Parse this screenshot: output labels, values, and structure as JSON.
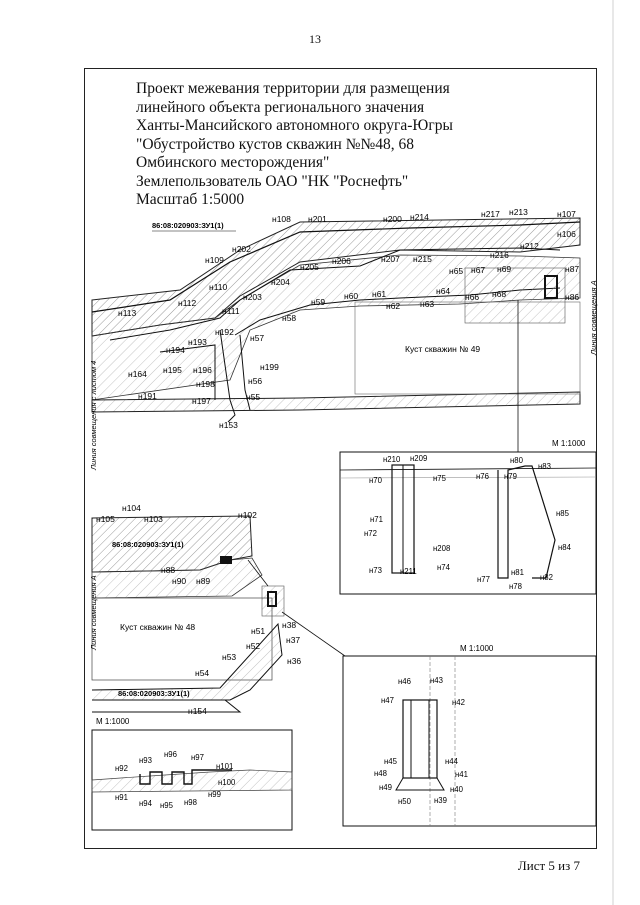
{
  "page_number": "13",
  "title_lines": [
    "Проект межевания территории для размещения",
    "линейного объекта регионального значения",
    "Ханты-Мансийского автономного округа-Югры",
    "\"Обустройство кустов скважин №№48, 68",
    "Омбинского месторождения\"",
    "Землепользователь ОАО \"НК \"Роснефть\"",
    "Масштаб 1:5000"
  ],
  "sheet_label": "Лист 5 из 7",
  "parcel_id": "86:08:020903:ЗУ1(1)",
  "side_labels": {
    "left_top": "Линия совмещения с листом 4",
    "left_bottom": "Линия совмещения А",
    "right_top": "Линия совмещения А"
  },
  "well_pad_top": "Куст скважин № 49",
  "well_pad_bottom": "Куст скважин № 48",
  "insets": [
    {
      "scale": "М 1:1000",
      "labels": [
        "н210",
        "н209",
        "н70",
        "н75",
        "н76",
        "н79",
        "н80",
        "н83",
        "н71",
        "н72",
        "н208",
        "н85",
        "н84",
        "н73",
        "н211",
        "н74",
        "н77",
        "н81",
        "н82",
        "н78"
      ]
    },
    {
      "scale": "М 1:1000",
      "labels": [
        "н46",
        "н43",
        "н47",
        "н42",
        "н45",
        "н44",
        "н48",
        "н41",
        "н49",
        "н40",
        "н50",
        "н39"
      ]
    },
    {
      "scale": "М 1:1000",
      "labels": [
        "н92",
        "н93",
        "н96",
        "н97",
        "н101",
        "н100",
        "н91",
        "н94",
        "н95",
        "н98",
        "н99"
      ]
    }
  ],
  "points_top": [
    "н108",
    "н201",
    "н200",
    "н214",
    "н217",
    "н213",
    "н107",
    "н106",
    "н202",
    "н212",
    "н109",
    "н216",
    "н205",
    "н206",
    "н207",
    "н215",
    "н65",
    "н67",
    "н69",
    "н87",
    "н110",
    "н204",
    "н64",
    "н86",
    "н112",
    "н203",
    "н60",
    "н61",
    "н66",
    "н68",
    "н111",
    "н59",
    "н62",
    "н63",
    "н113",
    "н58",
    "н192",
    "н57",
    "н194",
    "н193",
    "н195",
    "н196",
    "н164",
    "н199",
    "н198",
    "н56",
    "н191",
    "н197",
    "н55",
    "н153"
  ],
  "points_bottom": [
    "н104",
    "н105",
    "н103",
    "н102",
    "н88",
    "н90",
    "н89",
    "н38",
    "н51",
    "н37",
    "н52",
    "н53",
    "н36",
    "н54",
    "н154"
  ]
}
